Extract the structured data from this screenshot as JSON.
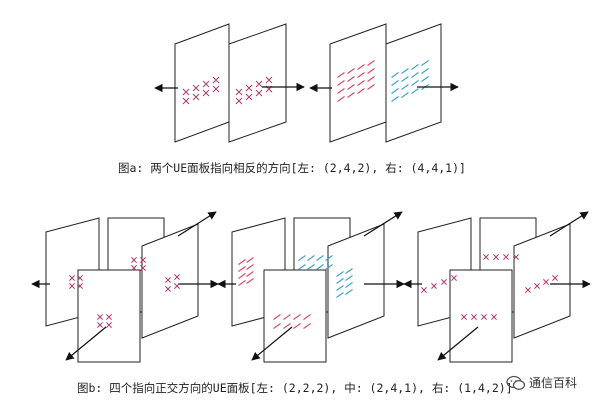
{
  "figure_a": {
    "caption": "图a: 两个UE面板指向相反的方向[左: (2,4,2), 右: (4,4,1)]",
    "groups": [
      {
        "name": "cross-pol",
        "panels": 2,
        "element": "x",
        "color": "#b03a6a"
      },
      {
        "name": "slant-pol",
        "panels": 2,
        "element": "slant",
        "colors": [
          "#d64a6a",
          "#3aa0d8"
        ]
      }
    ]
  },
  "figure_b": {
    "caption": "图b: 四个指向正交方向的UE面板[左: (2,2,2), 中: (2,4,1), 右: (1,4,2)]",
    "groups": [
      {
        "name": "x-2x2",
        "panels": 4,
        "element": "x",
        "color": "#b03a6a"
      },
      {
        "name": "slant-2x4",
        "panels": 4,
        "element": "slant",
        "colors": [
          "#d64a6a",
          "#3aa0d8"
        ]
      },
      {
        "name": "x-1x4",
        "panels": 4,
        "element": "x",
        "color": "#b03a6a"
      }
    ]
  },
  "logo": {
    "text": "通信百科",
    "icon": "wechat-icon",
    "color": "#555555"
  },
  "colors": {
    "outline": "#222222",
    "cross": "#b03a6a",
    "red": "#d64a6a",
    "blue": "#3aa0d8"
  }
}
